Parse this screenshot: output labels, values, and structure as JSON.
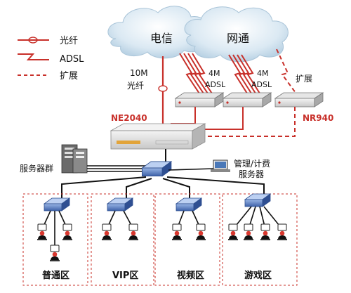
{
  "legend": {
    "fiber": "光纤",
    "adsl": "ADSL",
    "expand": "扩展"
  },
  "clouds": {
    "left": "电信",
    "right": "网通"
  },
  "links": {
    "fiber_line1": "10M",
    "fiber_line2": "光纤",
    "adsl1_line1": "4M",
    "adsl1_line2": "ADSL",
    "adsl2_line1": "4M",
    "adsl2_line2": "ADSL",
    "expand_label": "扩展"
  },
  "devices": {
    "main_router": "NE2040",
    "ext_router": "NR940",
    "server_group": "服务器群",
    "mgmt_line1": "管理/计费",
    "mgmt_line2": "服务器"
  },
  "zones": [
    "普通区",
    "VIP区",
    "视频区",
    "游戏区"
  ],
  "colors": {
    "red": "#c8302a",
    "black": "#111111",
    "switch": "#4a6fb5",
    "cloud": "#c4dcec"
  }
}
